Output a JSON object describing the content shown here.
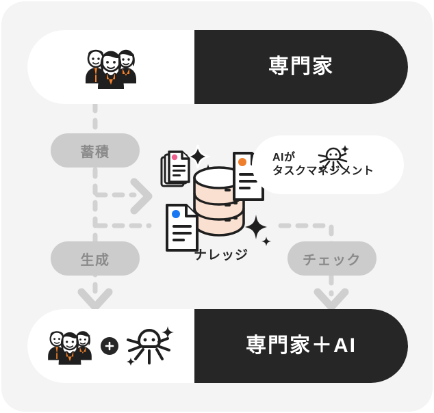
{
  "diagram": {
    "title_top": "専門家",
    "title_bottom": "専門家＋AI",
    "stages": [
      {
        "id": "chikuseki",
        "label": "蓄積"
      },
      {
        "id": "seisei",
        "label": "生成"
      },
      {
        "id": "check",
        "label": "チェック"
      }
    ],
    "knowledge": {
      "label": "ナレッジ",
      "db_color": "#fae0d0",
      "doc_dot_colors": [
        "#f0608f",
        "#ee7f2d",
        "#1877f2"
      ]
    },
    "callout": {
      "line1": "AIが",
      "line2": "タスクマネジメント"
    },
    "icons": {
      "people_top": "people-group-icon",
      "people_bottom": "people-group-icon",
      "ai_mascot": "ai-sparkle-octopus-icon",
      "plus": "plus-badge-icon",
      "database": "database-cylinder-icon",
      "documents": "document-icon",
      "sparkles": "sparkle-icon",
      "arrow_right": "chevron-arrow-right-icon",
      "arrow_down": "chevron-arrow-down-icon"
    },
    "colors": {
      "card_bg": "#f4f4f4",
      "bar_dark": "#262626",
      "bar_light": "#ffffff",
      "pill_bg": "#cccccc",
      "pill_text": "#8a8a8a",
      "wire": "#d2d2d2",
      "accent_orange": "#f0802a"
    }
  }
}
